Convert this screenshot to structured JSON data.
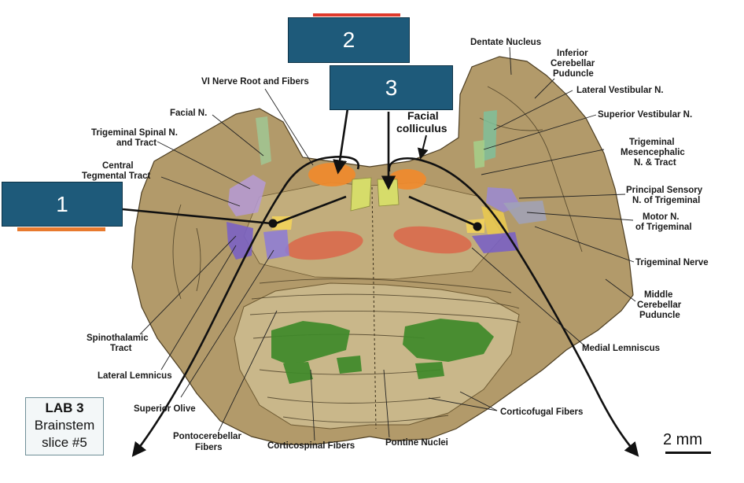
{
  "figure": {
    "boxes": [
      "1",
      "2",
      "3"
    ],
    "lab_box": {
      "line1": "LAB 3",
      "line2": "Brainstem",
      "line3": "slice #5"
    },
    "scale_bar": "2 mm",
    "labels": {
      "dentate_nucleus": "Dentate Nucleus",
      "inferior_cerebellar_1": "Inferior",
      "inferior_cerebellar_2": "Cerebellar",
      "inferior_cerebellar_3": "Puduncle",
      "lateral_vestibular": "Lateral Vestibular N.",
      "superior_vestibular": "Superior Vestibular N.",
      "trig_mes_1": "Trigeminal",
      "trig_mes_2": "Mesencephalic",
      "trig_mes_3": "N. & Tract",
      "principal_sensory_1": "Principal Sensory",
      "principal_sensory_2": "N. of Trigeminal",
      "motor_n_1": "Motor N.",
      "motor_n_2": "of Trigeminal",
      "trigeminal_nerve": "Trigeminal Nerve",
      "mcp_1": "Middle",
      "mcp_2": "Cerebellar",
      "mcp_3": "Puduncle",
      "medial_lemniscus": "Medial Lemniscus",
      "corticofugal": "Corticofugal Fibers",
      "pontine_nuclei": "Pontine Nuclei",
      "corticospinal": "Corticospinal Fibers",
      "pontocerebellar_1": "Pontocerebellar",
      "pontocerebellar_2": "Fibers",
      "superior_olive": "Superior Olive",
      "lateral_lemniscus": "Lateral Lemnicus",
      "spinothalamic_1": "Spinothalamic",
      "spinothalamic_2": "Tract",
      "central_tegmental_1": "Central",
      "central_tegmental_2": "Tegmental Tract",
      "trig_spinal_1": "Trigeminal Spinal N.",
      "trig_spinal_2": "and Tract",
      "facial_n": "Facial N.",
      "vi_nerve": "VI Nerve Root and Fibers",
      "facial_colliculus_1": "Facial",
      "facial_colliculus_2": "colliculus"
    }
  },
  "colors": {
    "tissue": "#b29a6a",
    "tissue_dark": "#8f7a4e",
    "box_blue": "#1e5a7a",
    "orange_nucleus": "#f08a2c",
    "red_lemniscus": "#d96a4c",
    "green_corticospinal": "#3f8a2a",
    "purple": "#7a62c4",
    "accent_red": "#e0392b",
    "accent_orange": "#e87a2e"
  }
}
